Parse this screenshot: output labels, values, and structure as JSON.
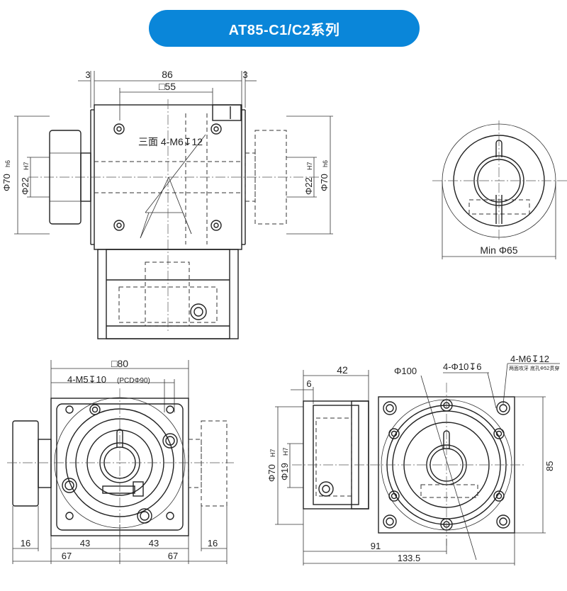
{
  "title": "AT85-C1/C2系列",
  "front_view": {
    "dim_top_left": "3",
    "dim_top_center": "86",
    "dim_top_right": "3",
    "dim_square": "□55",
    "note_holes": "三面 4-M6↧12",
    "dim_left_outer": "Φ70",
    "dim_left_outer_tol": "h6",
    "dim_left_inner": "Φ22",
    "dim_left_inner_tol": "H7",
    "dim_right_inner": "Φ22",
    "dim_right_inner_tol": "H7",
    "dim_right_outer": "Φ70",
    "dim_right_outer_tol": "h6"
  },
  "end_view": {
    "dim_min": "Min Φ65"
  },
  "bottom_left_view": {
    "dim_square": "□80",
    "note_holes": "4-M5↧10",
    "note_pcd": "(PCDΦ90)",
    "dim_left_16": "16",
    "dim_43_left": "43",
    "dim_43_right": "43",
    "dim_right_16": "16",
    "dim_67_left": "67",
    "dim_67_right": "67"
  },
  "bottom_right_view": {
    "dim_42": "42",
    "dim_6": "6",
    "dim_phi100": "Φ100",
    "note_holes": "4-Φ10↧6",
    "note_m6": "4-M6↧12",
    "note_small": "两面攻牙 底孔Φ52贯穿",
    "dim_phi70": "Φ70",
    "dim_phi70_tol": "H7",
    "dim_phi19": "Φ19",
    "dim_phi19_tol": "H7",
    "dim_85": "85",
    "dim_91": "91",
    "dim_133": "133.5"
  }
}
